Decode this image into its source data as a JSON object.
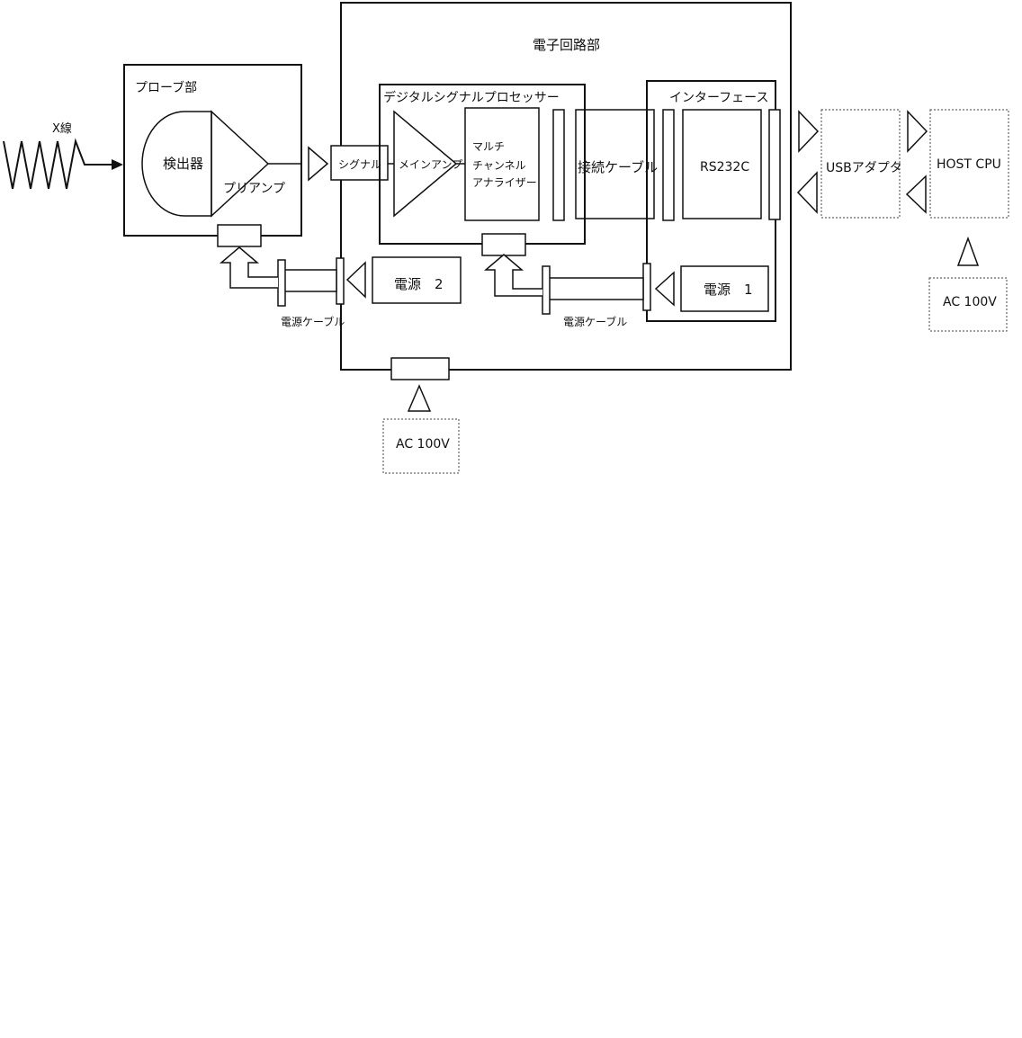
{
  "labels": {
    "xray": "X線",
    "probe_section": "プローブ部",
    "detector": "検出器",
    "preamp": "プリアンプ",
    "electronics_section": "電子回路部",
    "dsp": "デジタルシグナルプロセッサー",
    "signal": "シグナル",
    "main_amp": "メインアンプ",
    "mca_line1": "マルチ",
    "mca_line2": "チャンネル",
    "mca_line3": "アナライザー",
    "connection_cable": "接続ケーブル",
    "interface": "インターフェース",
    "rs232c": "RS232C",
    "usb_adapter": "USBアダプタ",
    "host_cpu": "HOST CPU",
    "power2": "電源　2",
    "power1": "電源　1",
    "power_cable_left": "電源ケーブル",
    "power_cable_right": "電源ケーブル",
    "ac_host": "AC 100V",
    "ac_bottom": "AC 100V"
  }
}
